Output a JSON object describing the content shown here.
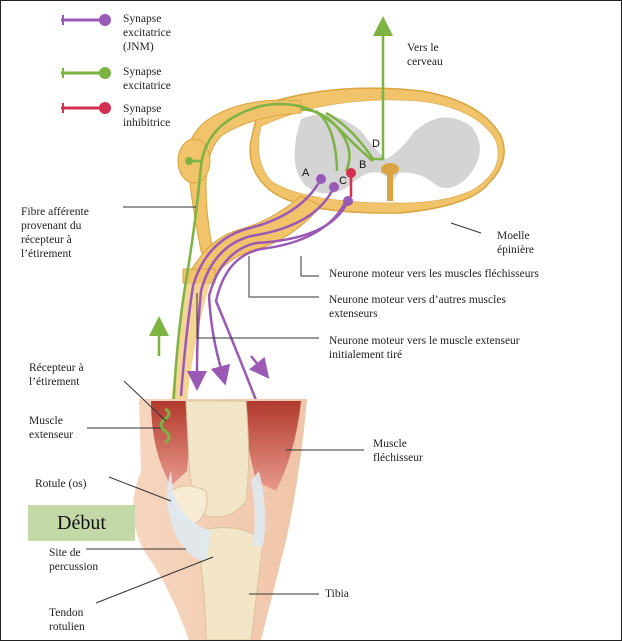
{
  "legend": [
    {
      "label": "Synapse\nexcitatrice\n(JNM)",
      "color": "#9b59b6"
    },
    {
      "label": "Synapse\nexcitatrice",
      "color": "#7cb342"
    },
    {
      "label": "Synapse\ninhibitrice",
      "color": "#d32f4f"
    }
  ],
  "labels": {
    "vers_cerveau": "Vers le\ncerveau",
    "moelle": "Moelle\népinière",
    "fibre_afferente": "Fibre afférente\nprovenant du\nrécepteur à\nl’étirement",
    "neurone_flechisseurs": "Neurone moteur vers les muscles fléchisseurs",
    "neurone_autres_extenseurs": "Neurone moteur vers d’autres muscles\nextenseurs",
    "neurone_extenseur_tire": "Neurone moteur vers le muscle extenseur\ninitialement tiré",
    "recepteur": "Récepteur à\nl’étirement",
    "muscle_extenseur": "Muscle\nextenseur",
    "muscle_flechisseur": "Muscle\nfléchisseur",
    "rotule": "Rotule (os)",
    "debut": "Début",
    "site_percussion": "Site de\npercussion",
    "tibia": "Tibia",
    "tendon": "Tendon\nrotulien"
  },
  "neuron_letters": [
    "A",
    "B",
    "C",
    "D"
  ],
  "colors": {
    "excitatory_motor": "#9b59b6",
    "excitatory": "#7cb342",
    "inhibitory": "#d32f4f",
    "nerve": "#f2c15a",
    "grey_matter": "#d4d4d4",
    "muscle": "#c0392b",
    "bone": "#f3e6c8"
  }
}
